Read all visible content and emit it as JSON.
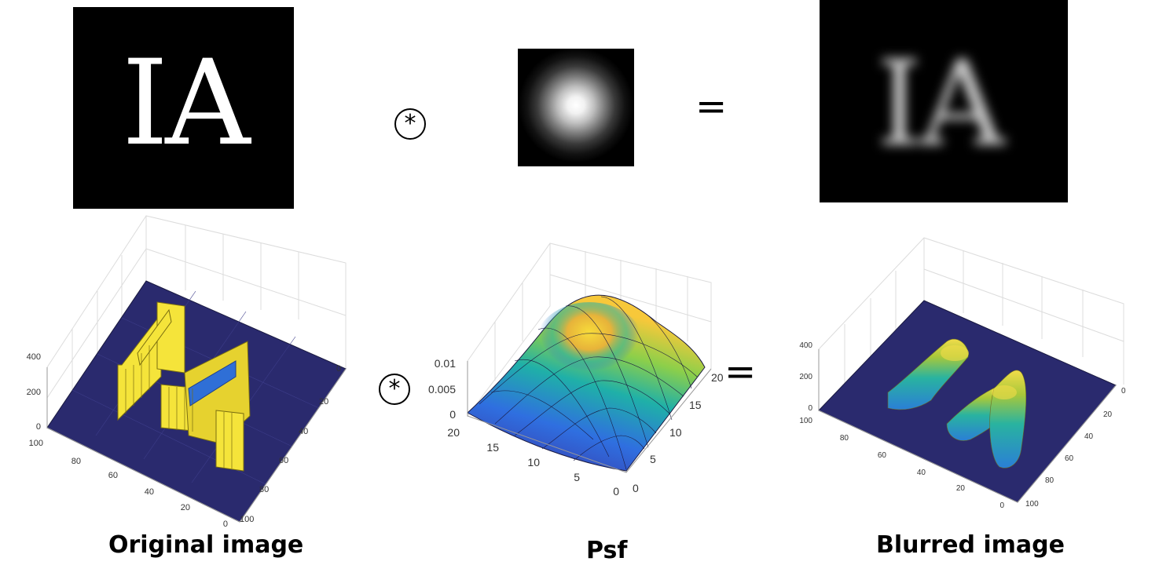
{
  "top": {
    "original_text": "IA",
    "blurred_text": "IA"
  },
  "operators": {
    "conv_symbol": "*",
    "equals_symbol": "="
  },
  "captions": {
    "original": "Original image",
    "psf": "Psf",
    "blurred": "Blurred image"
  },
  "plots": {
    "original": {
      "z_ticks": [
        "400",
        "200",
        "0"
      ],
      "left_ticks": [
        "100",
        "80",
        "60",
        "40",
        "20",
        "0"
      ],
      "right_ticks": [
        "0",
        "20",
        "40",
        "60",
        "80",
        "100"
      ]
    },
    "psf": {
      "z_ticks": [
        "0.01",
        "0.005",
        "0"
      ],
      "left_ticks": [
        "20",
        "15",
        "10",
        "5",
        "0"
      ],
      "right_ticks": [
        "0",
        "5",
        "10",
        "15",
        "20"
      ]
    },
    "blurred": {
      "z_ticks": [
        "400",
        "200",
        "0"
      ],
      "left_ticks": [
        "100",
        "80",
        "60",
        "40",
        "20",
        "0"
      ],
      "right_ticks": [
        "0",
        "20",
        "40",
        "60",
        "80",
        "100"
      ]
    }
  },
  "colors": {
    "surface_dark": "#2a2a6e",
    "surface_yellow": "#f5e43a",
    "surface_blue": "#2f5fd6",
    "surface_teal": "#21a59a"
  }
}
